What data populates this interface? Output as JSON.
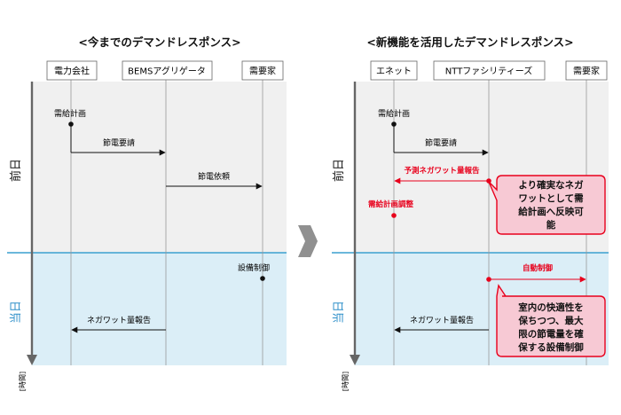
{
  "left": {
    "title": "<今までのデマンドレスポンス>",
    "actors": [
      "電力会社",
      "BEMSアグリゲータ",
      "需要家"
    ],
    "label_before": "前日",
    "label_same_day": "当日",
    "time_label": "[時間]",
    "steps": {
      "plan": "需給計画",
      "save_request": "節電要請",
      "save_ask": "節電依頼",
      "equipment_control": "設備制御",
      "negawatt_report": "ネガワット量報告"
    }
  },
  "right": {
    "title": "<新機能を活用したデマンドレスポンス>",
    "actors": [
      "エネット",
      "NTTファシリティーズ",
      "需要家"
    ],
    "label_before": "前日",
    "label_same_day": "当日",
    "time_label": "[時間]",
    "steps": {
      "plan": "需給計画",
      "save_request": "節電要請",
      "forecast_report": "予測ネガワット量報告",
      "plan_adjust": "需給計画調整",
      "auto_control": "自動制御",
      "negawatt_report": "ネガワット量報告"
    },
    "callout_top": [
      "より確実なネガ",
      "ワットとして需",
      "給計画へ反映可",
      "能"
    ],
    "callout_bottom": [
      "室内の快適性を",
      "保ちつつ、最大",
      "限の節電量を確",
      "保する設備制御"
    ]
  },
  "colors": {
    "before_bg": "#f0f0f0",
    "same_day_bg": "#dbeef7",
    "divider": "#3a9fcf",
    "same_day_label": "#2e8fc9",
    "highlight_red": "#e8001c",
    "callout_fill": "#f7c9d4",
    "callout_border": "#e8001c",
    "arrow": "#909090"
  }
}
